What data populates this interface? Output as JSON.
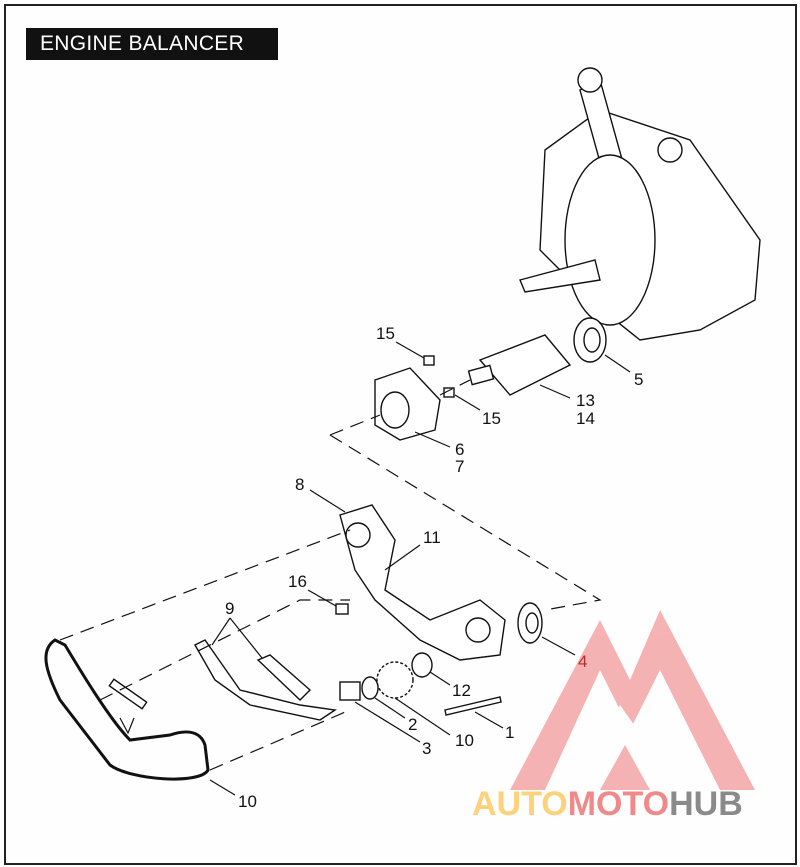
{
  "title": "ENGINE BALANCER",
  "callouts": [
    "15",
    "5",
    "15",
    "13",
    "14",
    "6",
    "7",
    "8",
    "11",
    "16",
    "9",
    "4",
    "12",
    "1",
    "2",
    "10",
    "3",
    "10"
  ],
  "watermark": {
    "part1": "AUTO",
    "part2": "MOTO",
    "part3": "HUB",
    "color1": "#fdd27a",
    "color2": "#f08a8a",
    "color3": "#8a8a8a"
  }
}
